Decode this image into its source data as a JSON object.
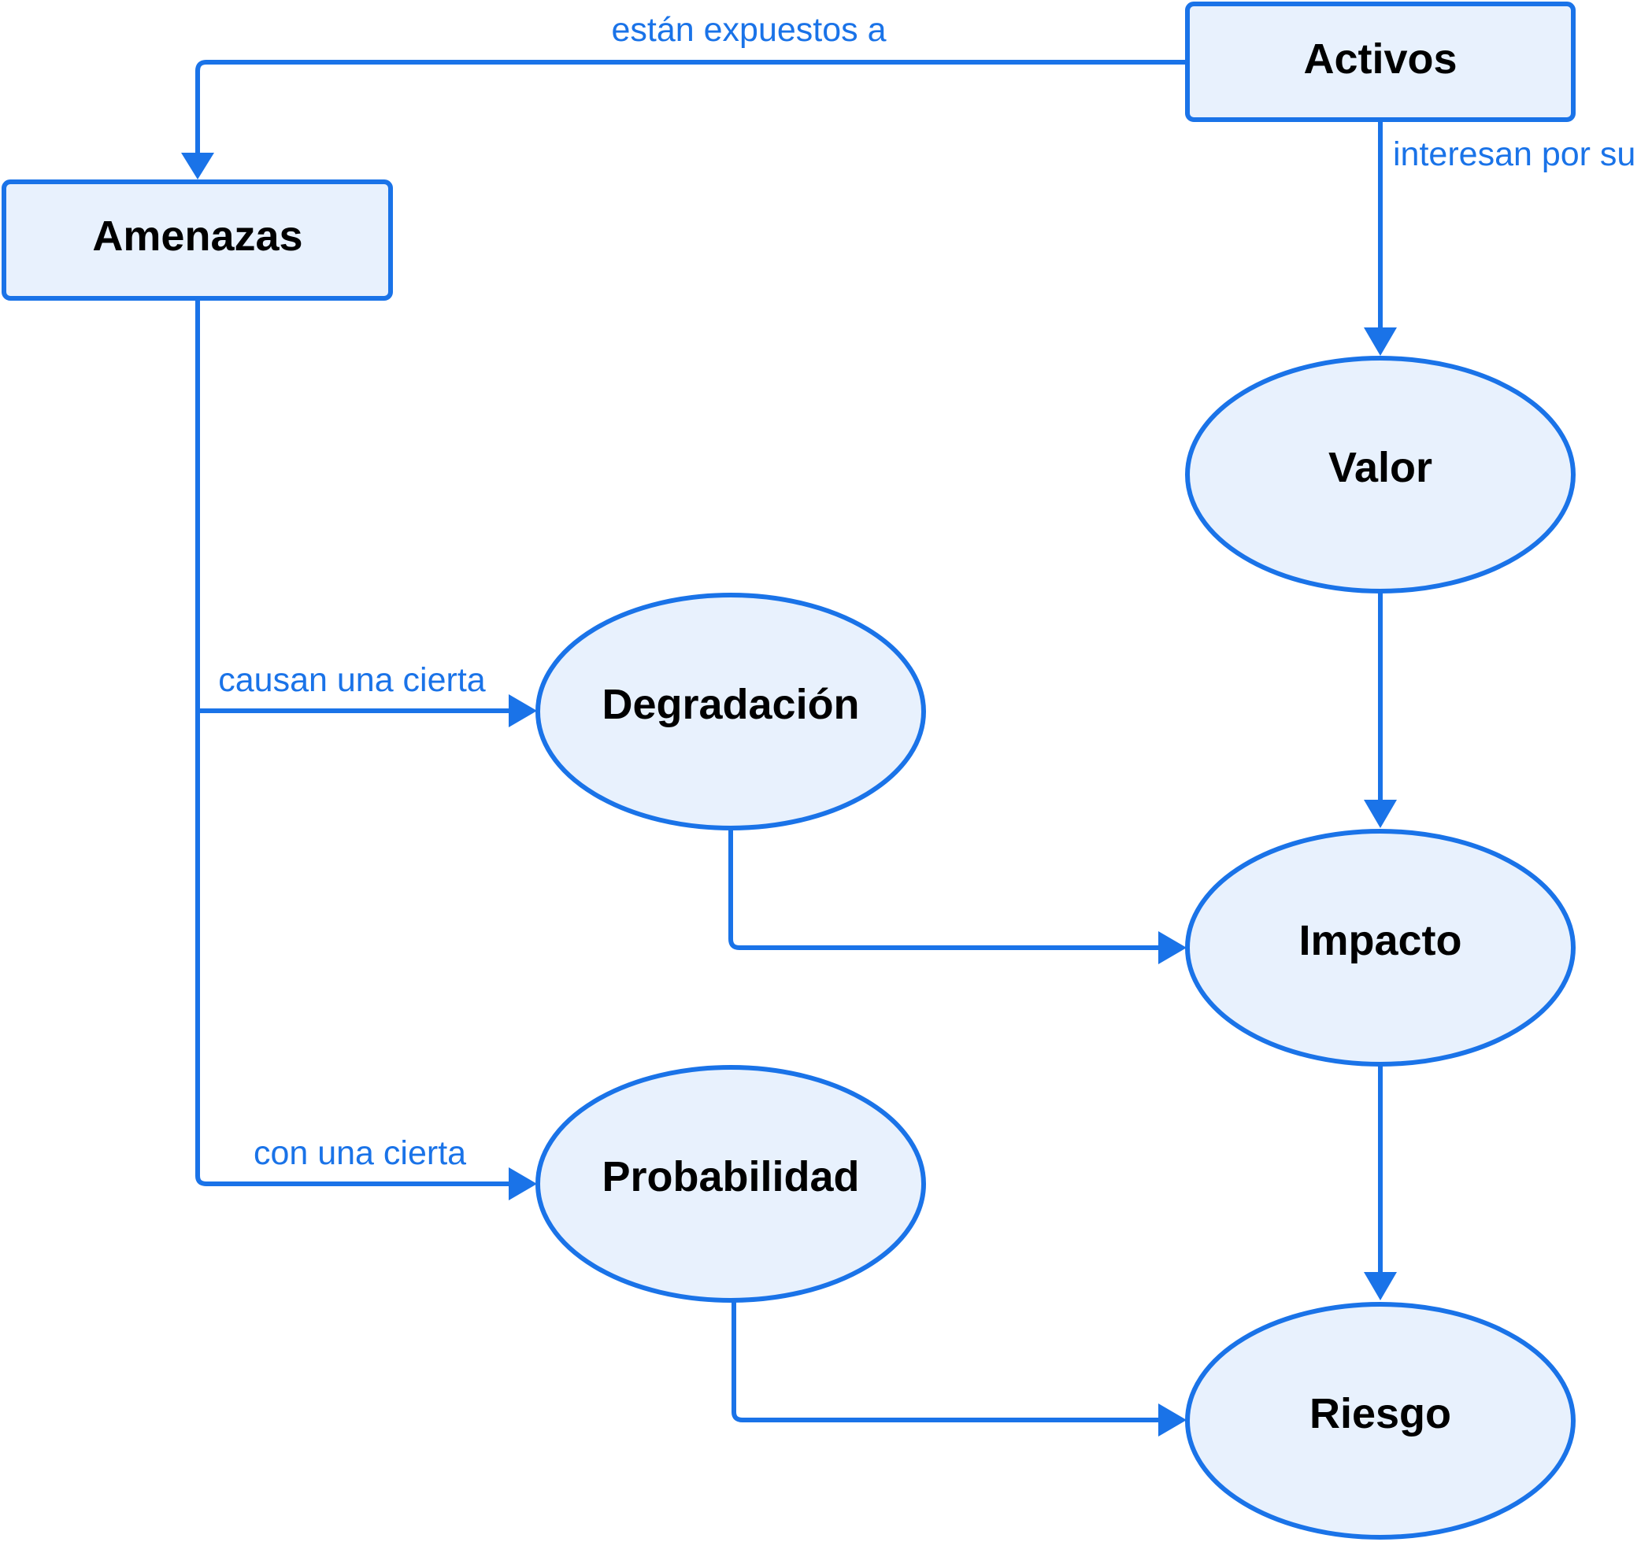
{
  "colors": {
    "accent": "#1a73e8",
    "node_fill": "#e8f1fd",
    "node_text": "#000000"
  },
  "nodes": {
    "activos": {
      "label": "Activos",
      "shape": "rectangle"
    },
    "amenazas": {
      "label": "Amenazas",
      "shape": "rectangle"
    },
    "valor": {
      "label": "Valor",
      "shape": "ellipse"
    },
    "degradacion": {
      "label": "Degradación",
      "shape": "ellipse"
    },
    "impacto": {
      "label": "Impacto",
      "shape": "ellipse"
    },
    "probabilidad": {
      "label": "Probabilidad",
      "shape": "ellipse"
    },
    "riesgo": {
      "label": "Riesgo",
      "shape": "ellipse"
    }
  },
  "edges": {
    "activos_amenazas": {
      "from": "Activos",
      "to": "Amenazas",
      "label": "están expuestos a"
    },
    "activos_valor": {
      "from": "Activos",
      "to": "Valor",
      "label": "interesan por su"
    },
    "amenazas_degradacion": {
      "from": "Amenazas",
      "to": "Degradación",
      "label": "causan una cierta"
    },
    "amenazas_probabilidad": {
      "from": "Amenazas",
      "to": "Probabilidad",
      "label": "con una cierta"
    },
    "valor_impacto": {
      "from": "Valor",
      "to": "Impacto",
      "label": ""
    },
    "degradacion_impacto": {
      "from": "Degradación",
      "to": "Impacto",
      "label": ""
    },
    "impacto_riesgo": {
      "from": "Impacto",
      "to": "Riesgo",
      "label": ""
    },
    "probabilidad_riesgo": {
      "from": "Probabilidad",
      "to": "Riesgo",
      "label": ""
    }
  }
}
